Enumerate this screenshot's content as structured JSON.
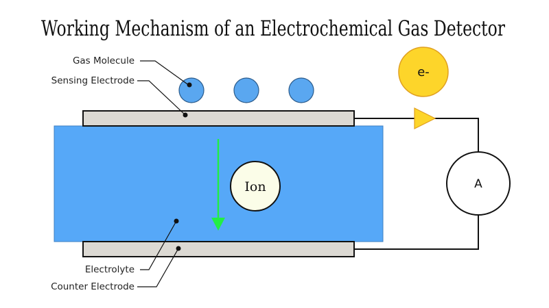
{
  "title": "Working Mechanism of an Electrochemical Gas Detector",
  "labels": {
    "gas_molecule": "Gas Molecule",
    "sensing_electrode": "Sensing Electrode",
    "electrolyte": "Electrolyte",
    "counter_electrode": "Counter Electrode"
  },
  "particles": {
    "ion": "Ion",
    "electron": "e-"
  },
  "ammeter": {
    "symbol": "A"
  },
  "gas_molecule_count": 3,
  "colors": {
    "electrolyte": "#56a8f8",
    "electrode": "#dcd9d3",
    "gas_molecule": "#5aa7f0",
    "electron": "#fdd52a",
    "electron_border": "#e0a020",
    "ion": "#fbfde8",
    "arrow": "#22ee44"
  }
}
